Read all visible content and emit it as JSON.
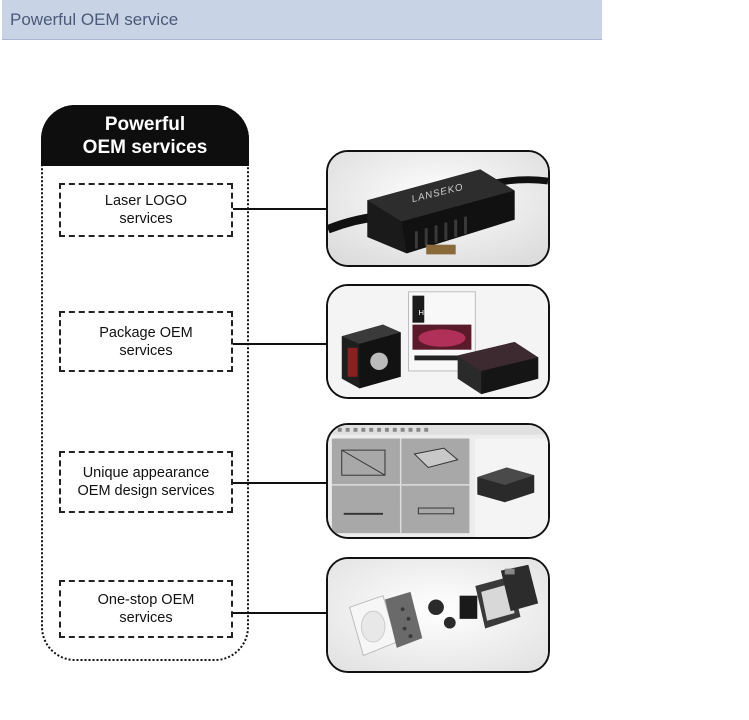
{
  "header": {
    "title": "Powerful OEM service"
  },
  "panel": {
    "title_line1": "Powerful",
    "title_line2": "OEM services"
  },
  "services": [
    {
      "label_line1": "Laser LOGO",
      "label_line2": "services",
      "image": "laser-logo-device-photo"
    },
    {
      "label_line1": "Package OEM",
      "label_line2": "services",
      "image": "package-boxes-photo"
    },
    {
      "label_line1": "Unique appearance",
      "label_line2": "OEM design services",
      "image": "cad-design-photo"
    },
    {
      "label_line1": "One-stop OEM",
      "label_line2": "services",
      "image": "exploded-parts-photo"
    }
  ],
  "product_brand": "LANSEKO",
  "box_label": "HID",
  "colors": {
    "header_bg": "#c9d3e6",
    "header_text": "#4a5a78",
    "panel_head": "#0e0e0e"
  }
}
